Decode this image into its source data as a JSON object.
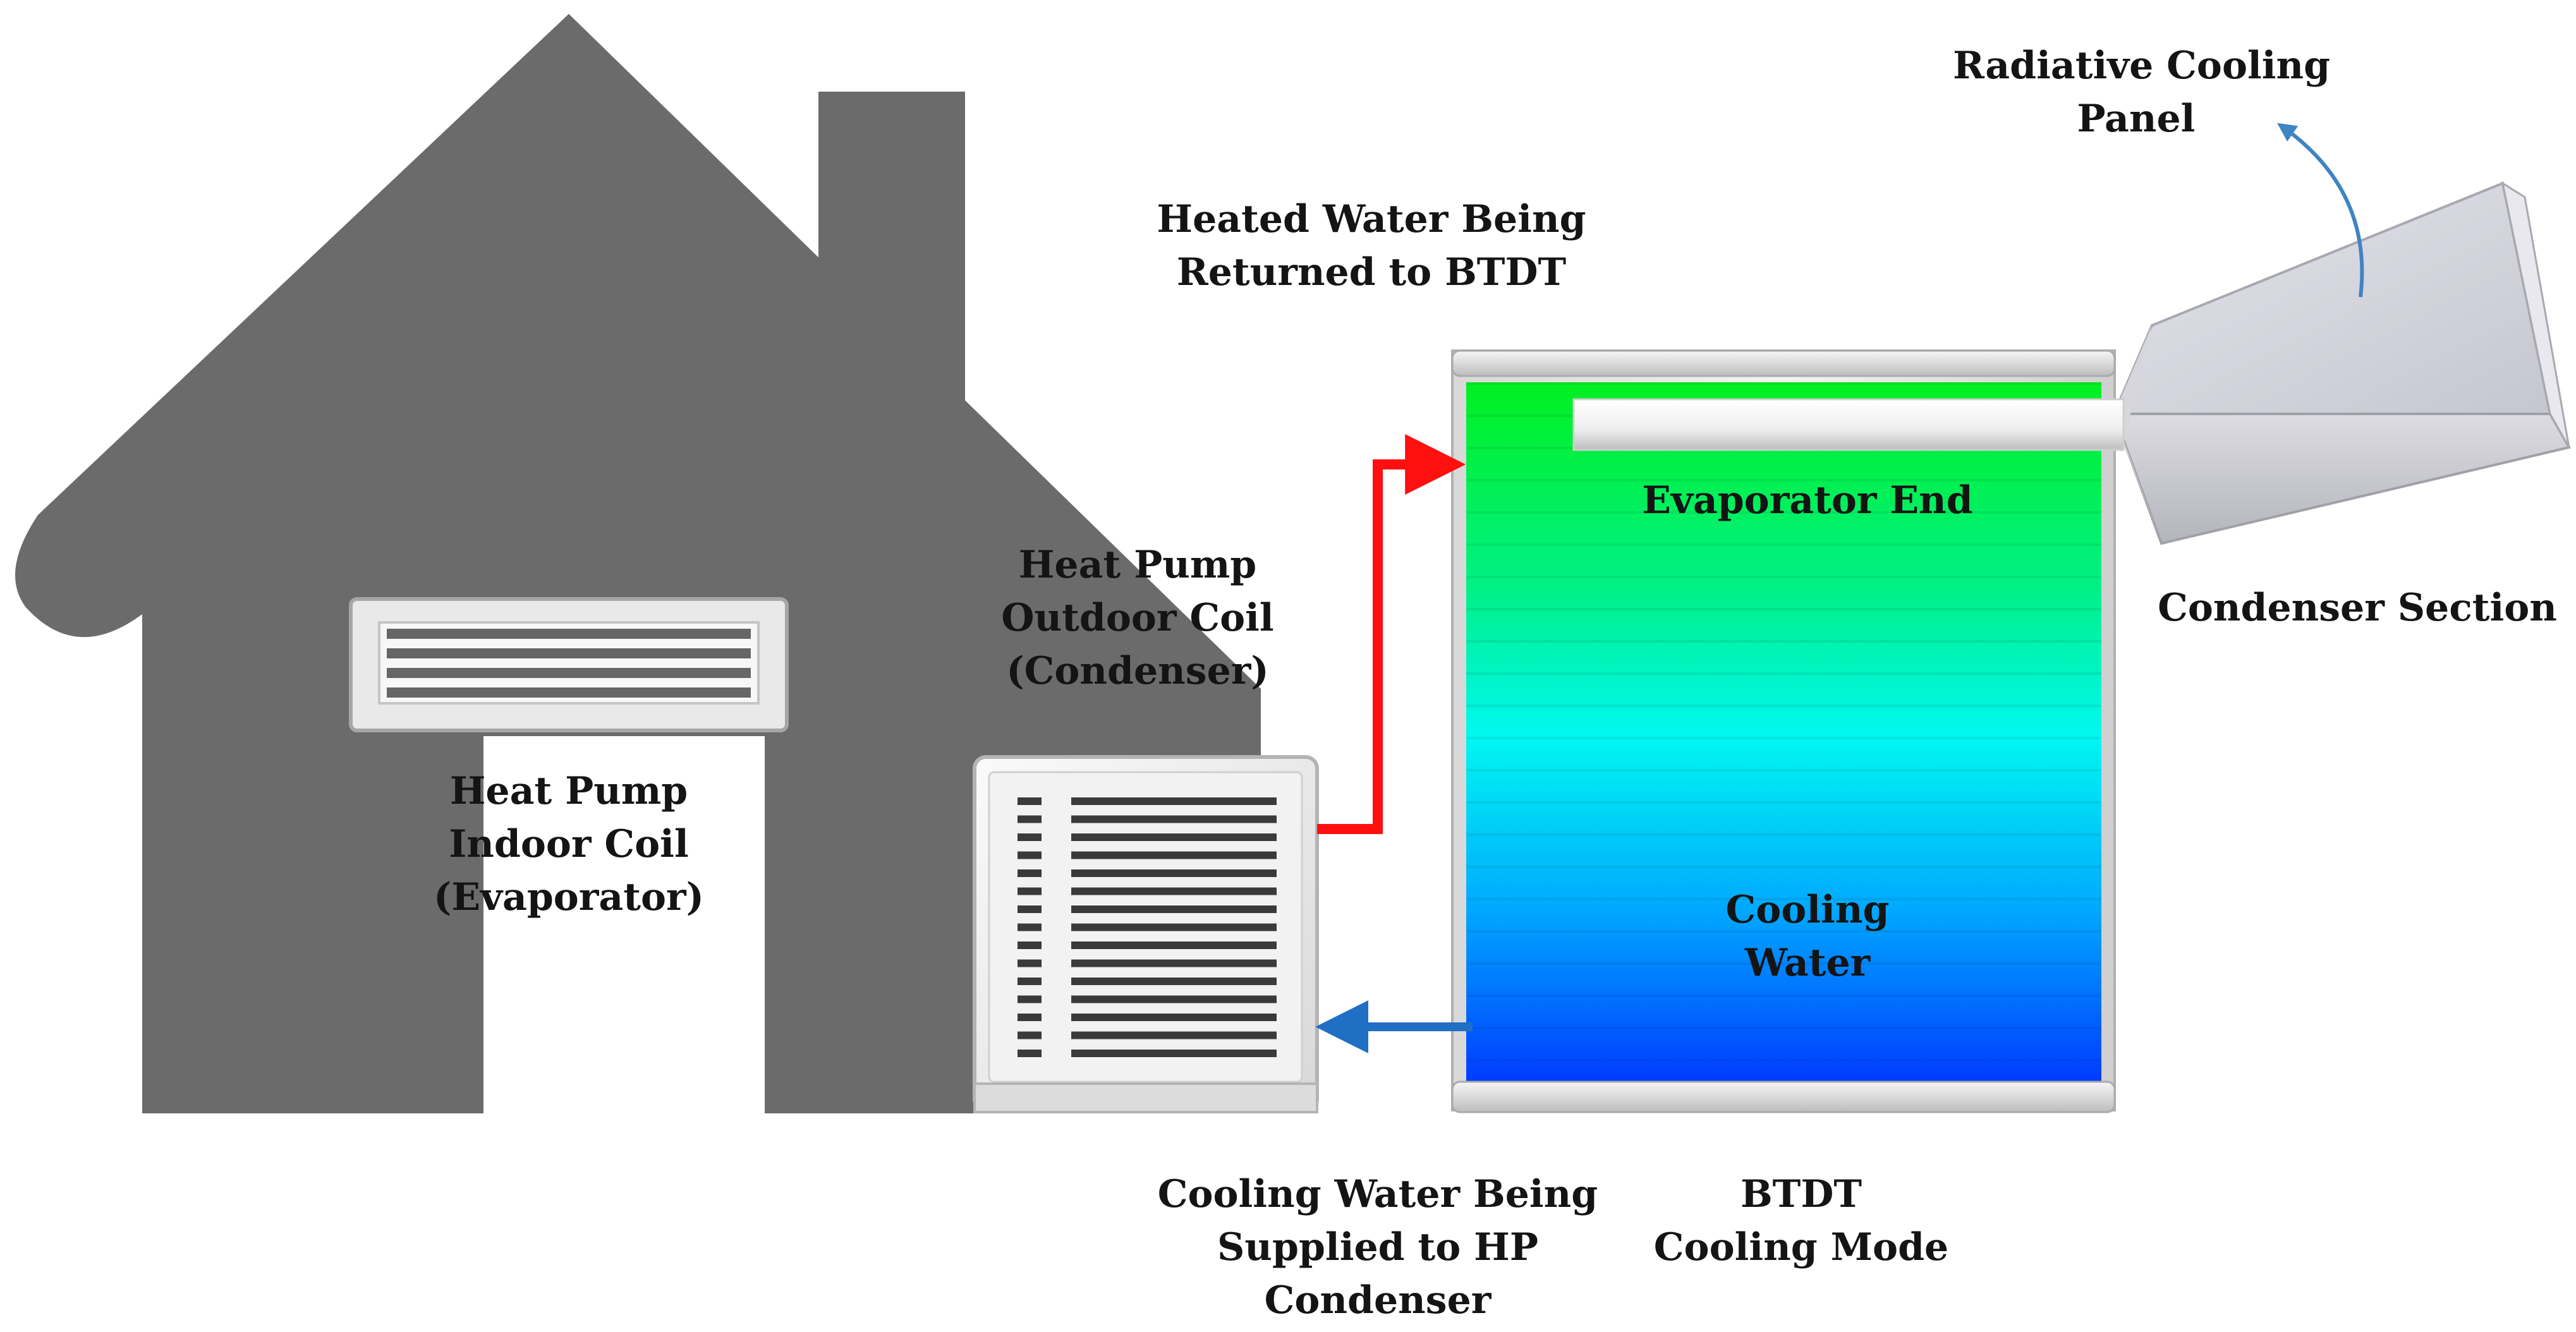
{
  "colors": {
    "house": "#6b6b6b",
    "hot_arrow": "#ff1010",
    "cold_arrow": "#1f6fc5",
    "panel_arrow": "#3f84c3",
    "tank_top": "#00f020",
    "tank_mid": "#00f8f0",
    "tank_bottom": "#0038ff"
  },
  "icons": {
    "house": "house-silhouette-icon",
    "indoor_vent": "vent-grille-icon",
    "outdoor_unit": "outdoor-unit-icon"
  },
  "labels": {
    "radiative_panel": [
      "Radiative Cooling",
      "Panel"
    ],
    "heated_water": [
      "Heated Water Being",
      "Returned to BTDT"
    ],
    "evaporator_end": [
      "Evaporator End"
    ],
    "condenser_section": [
      "Condenser Section"
    ],
    "outdoor_coil": [
      "Heat Pump",
      "Outdoor Coil",
      "(Condenser)"
    ],
    "indoor_coil": [
      "Heat Pump",
      "Indoor Coil",
      "(Evaporator)"
    ],
    "cooling_water": [
      "Cooling",
      "Water"
    ],
    "cooling_supply": [
      "Cooling Water Being",
      "Supplied to HP",
      "Condenser"
    ],
    "btdt_mode": [
      "BTDT",
      "Cooling Mode"
    ]
  }
}
